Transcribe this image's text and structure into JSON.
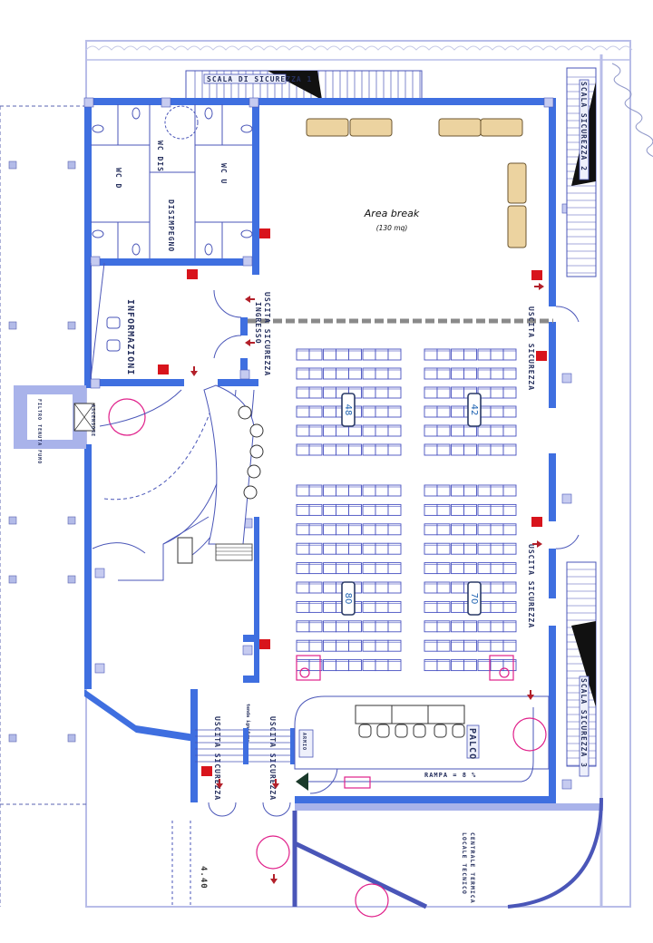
{
  "plan": {
    "area_break": {
      "title": "Area break",
      "subtitle": "(130 mq)"
    },
    "labels": {
      "scala_1": "SCALA DI SICUREZZA 1",
      "scala_2": "SCALA SICUREZZA 2",
      "scala_3": "SCALA SICUREZZA 3",
      "wc_d": "WC D",
      "wc_dis": "WC DIS",
      "wc_u": "WC U",
      "disimpegno": "DISIMPEGNO",
      "informazioni": "INFORMAZIONI",
      "uscita_ingresso_1": "USCITA SICUREZZA",
      "uscita_ingresso_2": "INGRESSO",
      "uscita_right_1": "USCITA SICUREZZA",
      "uscita_right_2": "USCITA SICUREZZA",
      "uscita_bottom_1": "USCITA SICUREZZA",
      "uscita_bottom_2": "USCITA SICUREZZA",
      "filtro": "FILTRO TENUTA FUMO",
      "ascensore": "ASCENSORE",
      "palco": "PALCO",
      "rampa": "RAMPA = 8 %",
      "armadio": "ARMIO",
      "tenda": "tenda ignifuga",
      "locale_1": "LOCALE TECNICO",
      "locale_2": "CENTRALE TERMICA",
      "quota": "4.40"
    },
    "seating": [
      {
        "name": "block-top-left",
        "count": "48",
        "rows": 6,
        "cols": 8
      },
      {
        "name": "block-top-right",
        "count": "42",
        "rows": 6,
        "cols": 7
      },
      {
        "name": "block-bottom-left",
        "count": "80",
        "rows": 10,
        "cols": 8
      },
      {
        "name": "block-bottom-right",
        "count": "70",
        "rows": 10,
        "cols": 7
      }
    ]
  },
  "colors": {
    "wall": "#3f6fe0",
    "exit_sign": "#d8141c",
    "accessible": "#e0208a",
    "table": "#ecd3a0"
  }
}
